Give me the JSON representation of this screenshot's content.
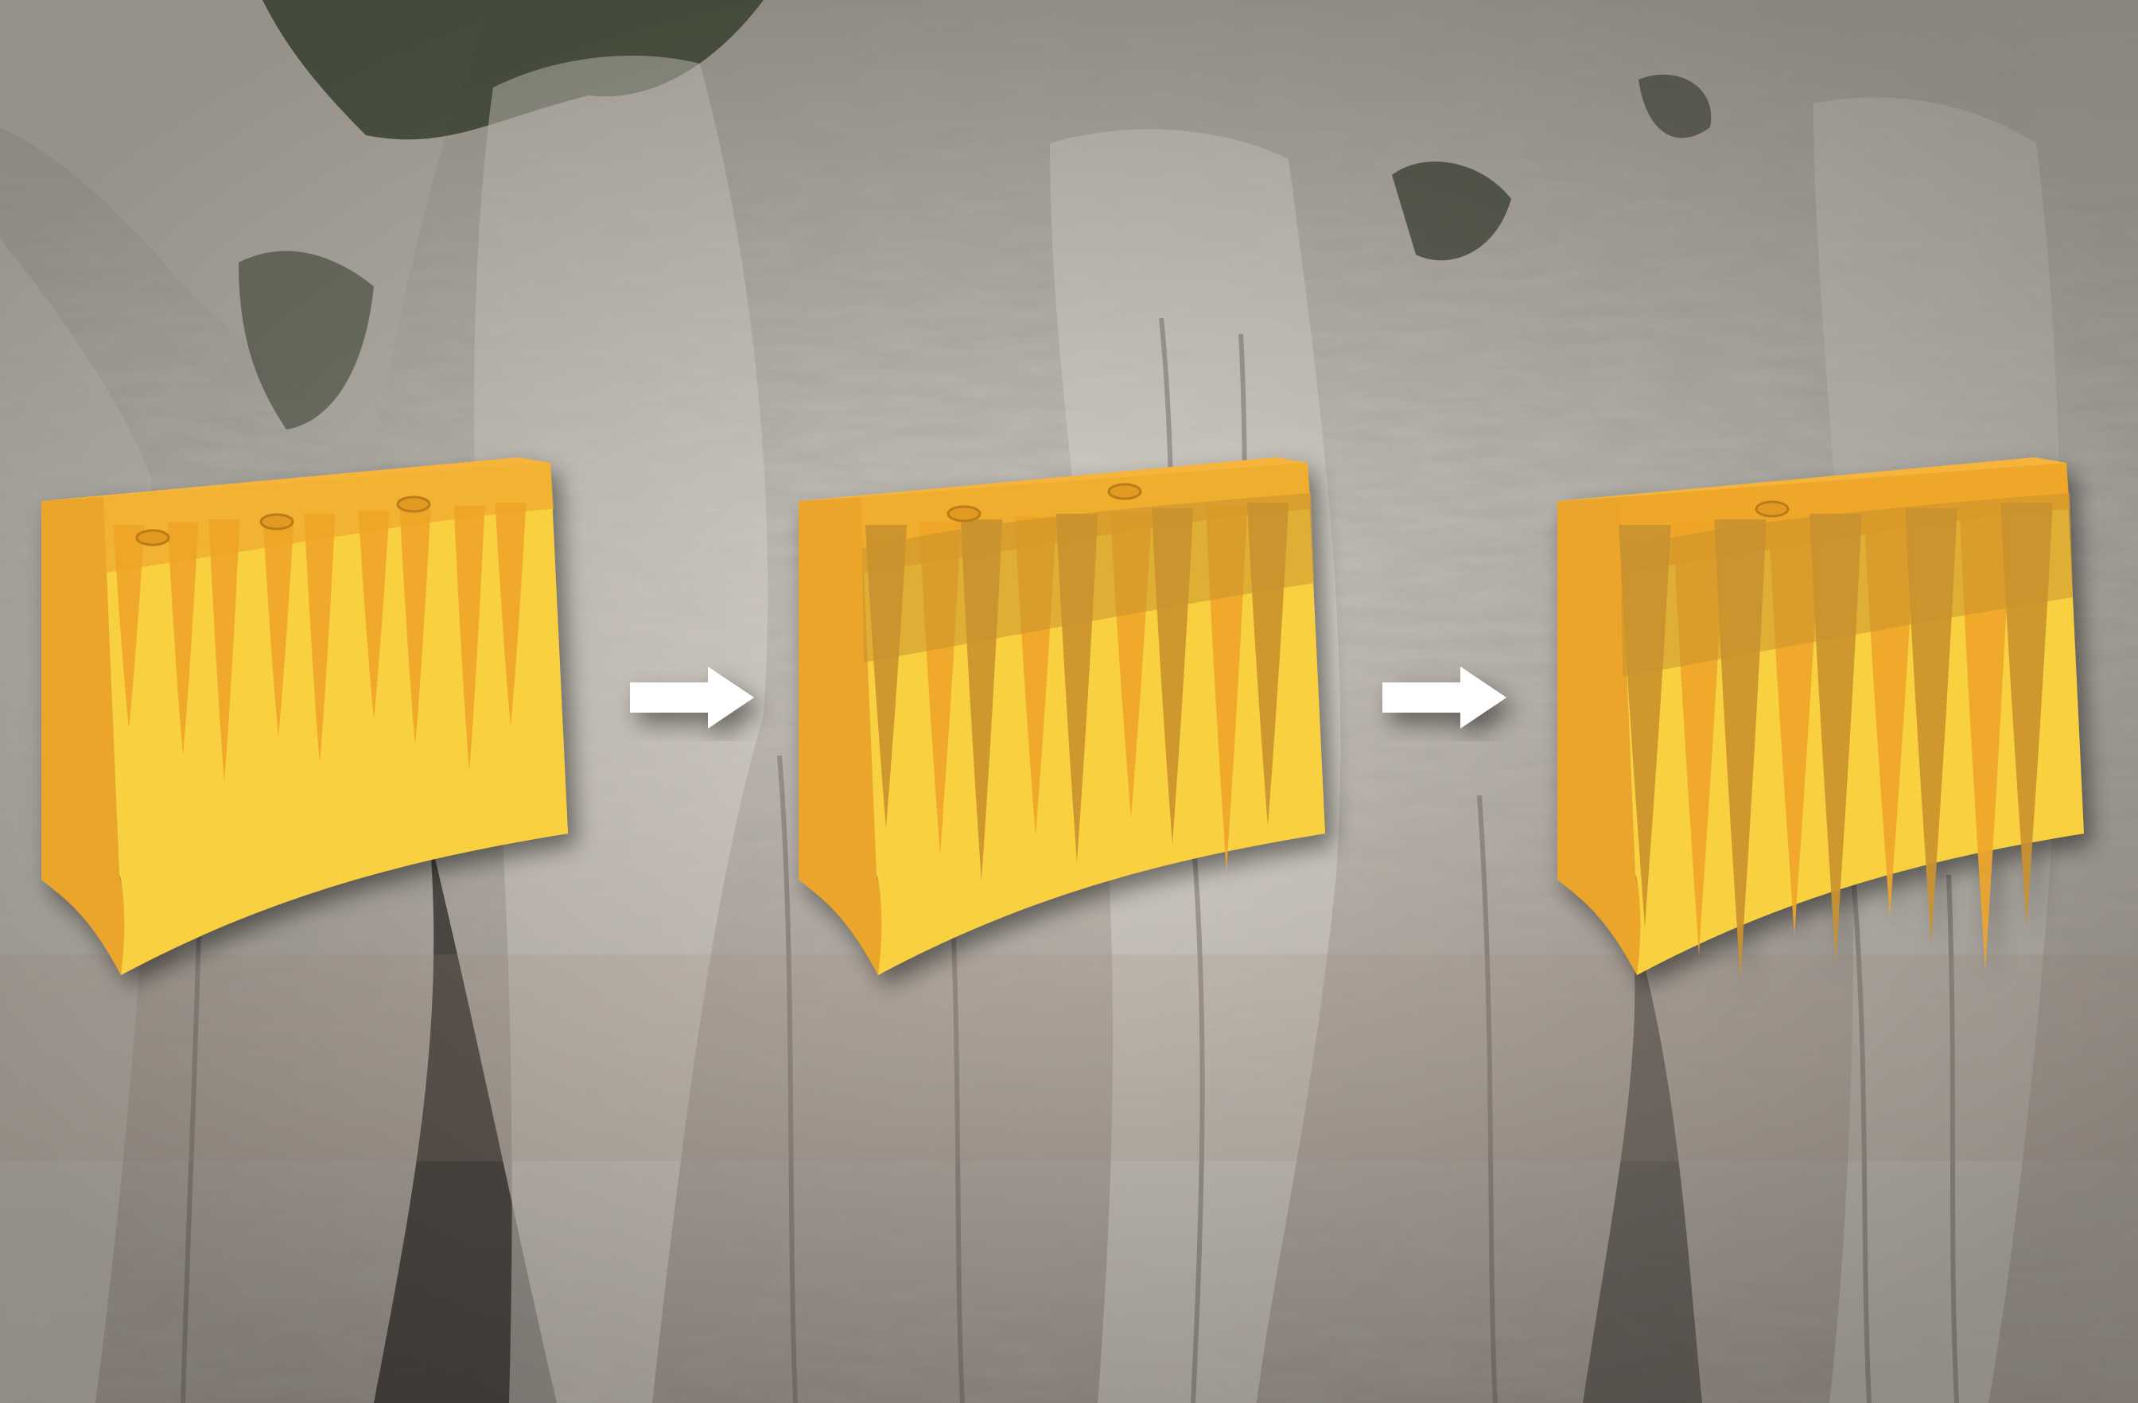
{
  "figure": {
    "background": "cliff-photo",
    "stages": [
      {
        "stage": 1,
        "erosion_level": 0.25
      },
      {
        "stage": 2,
        "erosion_level": 0.55
      },
      {
        "stage": 3,
        "erosion_level": 0.85
      }
    ],
    "arrows": [
      "right-arrow-icon",
      "right-arrow-icon"
    ]
  },
  "colors": {
    "block_face": "#f9d03f",
    "block_side": "#eba52a",
    "block_top": "#f6b43a",
    "eroded_light": "#eea428",
    "eroded_dark": "#c9912e",
    "hole": "#e39a24",
    "arrow": "#ffffff",
    "rock_light": "#d8d4cb",
    "rock_mid": "#b2aca2",
    "rock_dark": "#6c6760",
    "vegetation": "#46513a"
  }
}
